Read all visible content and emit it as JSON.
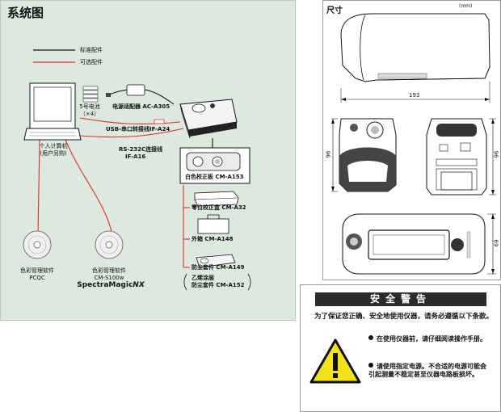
{
  "system": {
    "title": "系统图",
    "legend_standard": "标准配件",
    "legend_optional": "可选配件",
    "battery": "5号电池",
    "battery_qty": "（×4）",
    "adapter": "电源适配器 AC-A305",
    "usb_cable": "USB-串口转接线IF-A24",
    "rs232_cable": "RS-232C连接线",
    "rs232_model": "IF-A16",
    "pc": "个人计算机",
    "pc_note": "(用户另购)",
    "white_cal": "白色校正板 CM-A153",
    "zero_cal": "零位校正盒 CM-A32",
    "case": "外箱 CM-A148",
    "dust_cover": "防尘套件 CM-A149",
    "dust_cover_alt1": "乙烯涂层",
    "dust_cover_alt2": "防尘套件 CM-A152",
    "sw1_name": "色彩管理软件",
    "sw1_model": "PCQC",
    "sw2_name": "色彩管理软件",
    "sw2_model": "CM-S100w",
    "sw2_brand": "SpectraMagic",
    "sw2_brand_suffix": "NX"
  },
  "dimensions": {
    "title": "尺寸",
    "unit": "(mm)",
    "width": "193",
    "height1": "96",
    "height2": "96",
    "depth": "69"
  },
  "warning": {
    "title": "安全警告",
    "intro": "为了保证您正确、安全地使用仪器，请务必遵循以下条款。",
    "item1": "在使用仪器前，请仔细阅读操作手册。",
    "item2": "请使用指定电源。不合适的电源可能会引起测量不稳定甚至仪器电路板损坏。"
  }
}
